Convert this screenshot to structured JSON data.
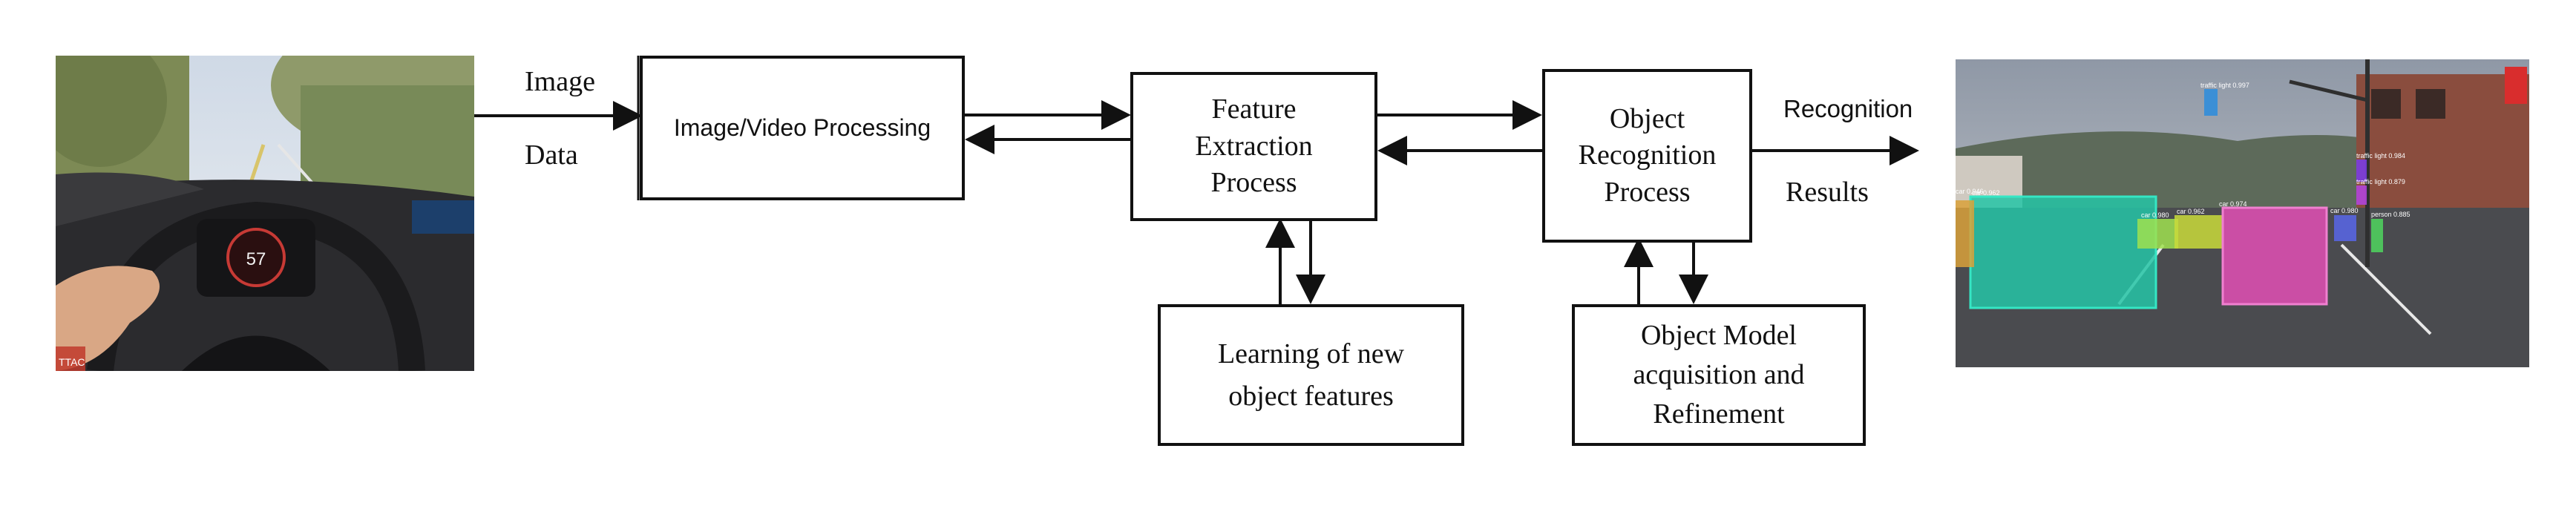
{
  "diagram": {
    "edge_labels": {
      "image": "Image",
      "data": "Data",
      "recognition": "Recognition",
      "results": "Results"
    },
    "boxes": {
      "processing": "Image/Video Processing",
      "feature_line1": "Feature",
      "feature_line2": "Extraction",
      "feature_line3": "Process",
      "recognition_line1": "Object",
      "recognition_line2": "Recognition",
      "recognition_line3": "Process",
      "learning_line1": "Learning of new",
      "learning_line2": "object features",
      "model_line1": "Object Model",
      "model_line2": "acquisition and",
      "model_line3": "Refinement"
    },
    "input_photo": {
      "speed": "57",
      "watermark": "TTAC"
    },
    "output_photo": {
      "detections": [
        {
          "label": "car 0.962"
        },
        {
          "label": "car 0.946"
        },
        {
          "label": "car 0.980"
        },
        {
          "label": "car 0.962"
        },
        {
          "label": "car 0.974"
        },
        {
          "label": "car 0.980"
        },
        {
          "label": "traffic light 0.984"
        },
        {
          "label": "traffic light 0.879"
        },
        {
          "label": "traffic light 0.997"
        },
        {
          "label": "person 0.885"
        }
      ]
    }
  }
}
